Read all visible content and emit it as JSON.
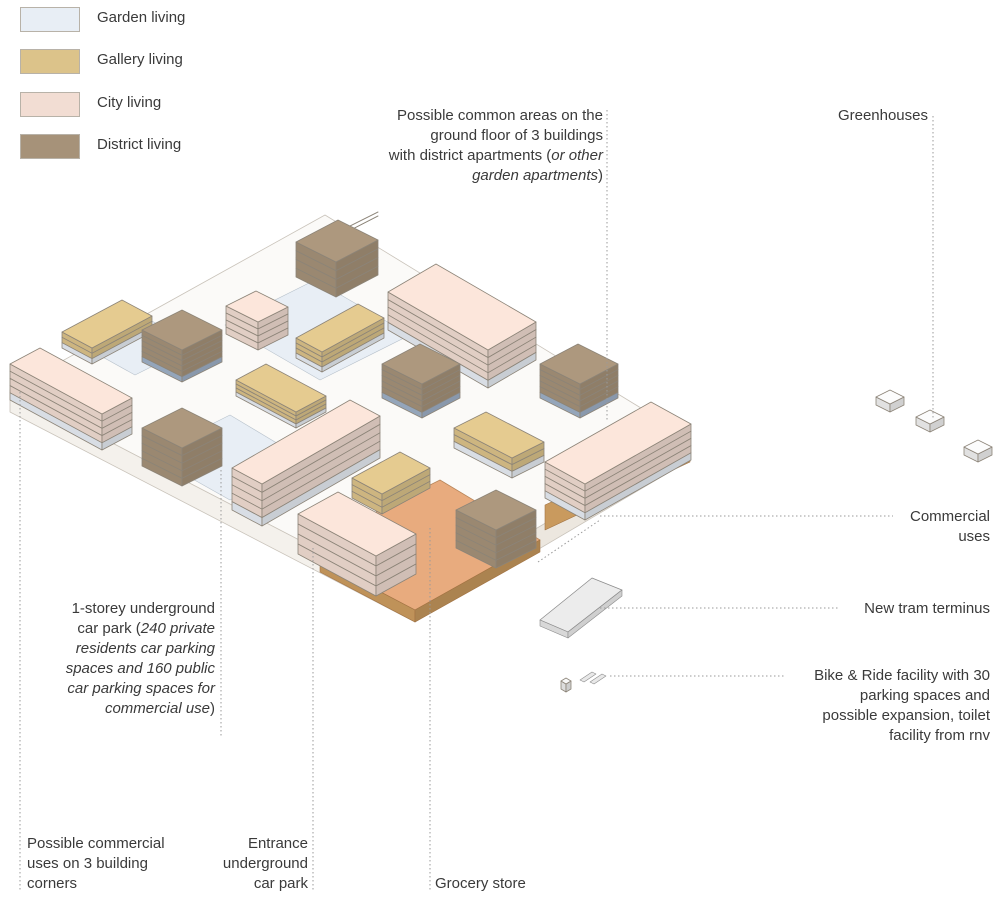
{
  "legend": [
    {
      "label": "Garden living",
      "color": "#e8eef5"
    },
    {
      "label": "Gallery living",
      "color": "#dcc38a"
    },
    {
      "label": "City living",
      "color": "#f2ddd3"
    },
    {
      "label": "District living",
      "color": "#a69279"
    }
  ],
  "colors": {
    "garden": "#e8eef5",
    "gallery": "#dcc38a",
    "city": "#f2ddd3",
    "district": "#a69279",
    "district_base": "#9fb1c8",
    "commercial": "#c99a5e",
    "grocery": "#e8ab7e",
    "leader": "#9a9a9a"
  },
  "labels": {
    "common_areas": {
      "line1": "Possible common areas on the",
      "line2": "ground floor of 3 buildings",
      "line3a": "with district apartments (",
      "line3b": "or other",
      "line4a": "garden apartments",
      "line4b": ")"
    },
    "greenhouses": "Greenhouses",
    "commercial": {
      "line1": "Commercial",
      "line2": "uses"
    },
    "tram": "New tram terminus",
    "bike": {
      "line1": "Bike & Ride facility with 30",
      "line2": "parking spaces and",
      "line3": "possible expansion, toilet",
      "line4": "facility from rnv"
    },
    "car_park": {
      "line1": "1-storey underground",
      "line2a": "car park (",
      "line2b": "240 private",
      "line3": "residents car parking",
      "line4": "spaces and 160 public",
      "line5": "car parking spaces for",
      "line6a": "commercial use",
      "line6b": ")"
    },
    "corners": {
      "line1": "Possible commercial",
      "line2": "uses on 3 building",
      "line3": "corners"
    },
    "entrance": {
      "line1": "Entrance",
      "line2": "underground",
      "line3": "car park"
    },
    "grocery": "Grocery store"
  }
}
